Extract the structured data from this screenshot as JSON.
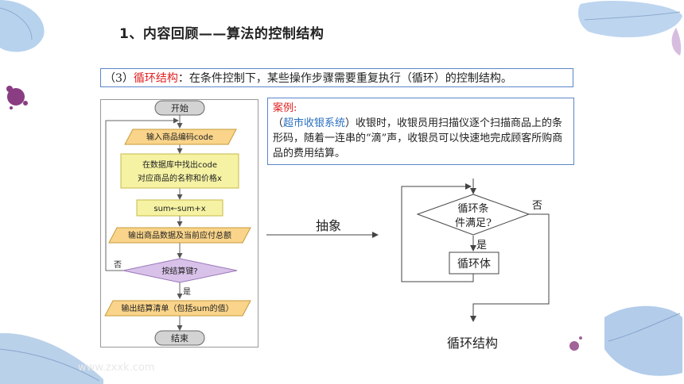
{
  "title": "1、内容回顾——算法的控制结构",
  "definition": {
    "prefix": "（3）",
    "term": "循环结构",
    "text": "：在条件控制下，某些操作步骤需要重复执行（循环）的控制结构。"
  },
  "flowchart": {
    "start": "开始",
    "input": "输入商品编码code",
    "lookup_line1": "在数据库中找出code",
    "lookup_line2": "对应商品的名称和价格x",
    "accumulate": "sum←sum+x",
    "output_item": "输出商品数据及当前应付总额",
    "decision": "按结算键?",
    "no_label": "否",
    "yes_label": "是",
    "output_final": "输出结算清单（包括sum的值）",
    "end": "结束"
  },
  "case": {
    "heading": "案例:",
    "open_paren": "（",
    "system_name": "超市收银系统",
    "body": "）收银时，收银员用扫描仪逐个扫描商品上的条形码，随着一连串的“滴”声，收银员可以快速地完成顾客所购商品的费用结算。"
  },
  "abstract_label": "抽象",
  "loop_diagram": {
    "condition_line1": "循环条",
    "condition_line2": "件满足?",
    "no_label": "否",
    "yes_label": "是",
    "body": "循环体",
    "caption": "循环结构"
  },
  "watermark": "www.zxxk.com"
}
